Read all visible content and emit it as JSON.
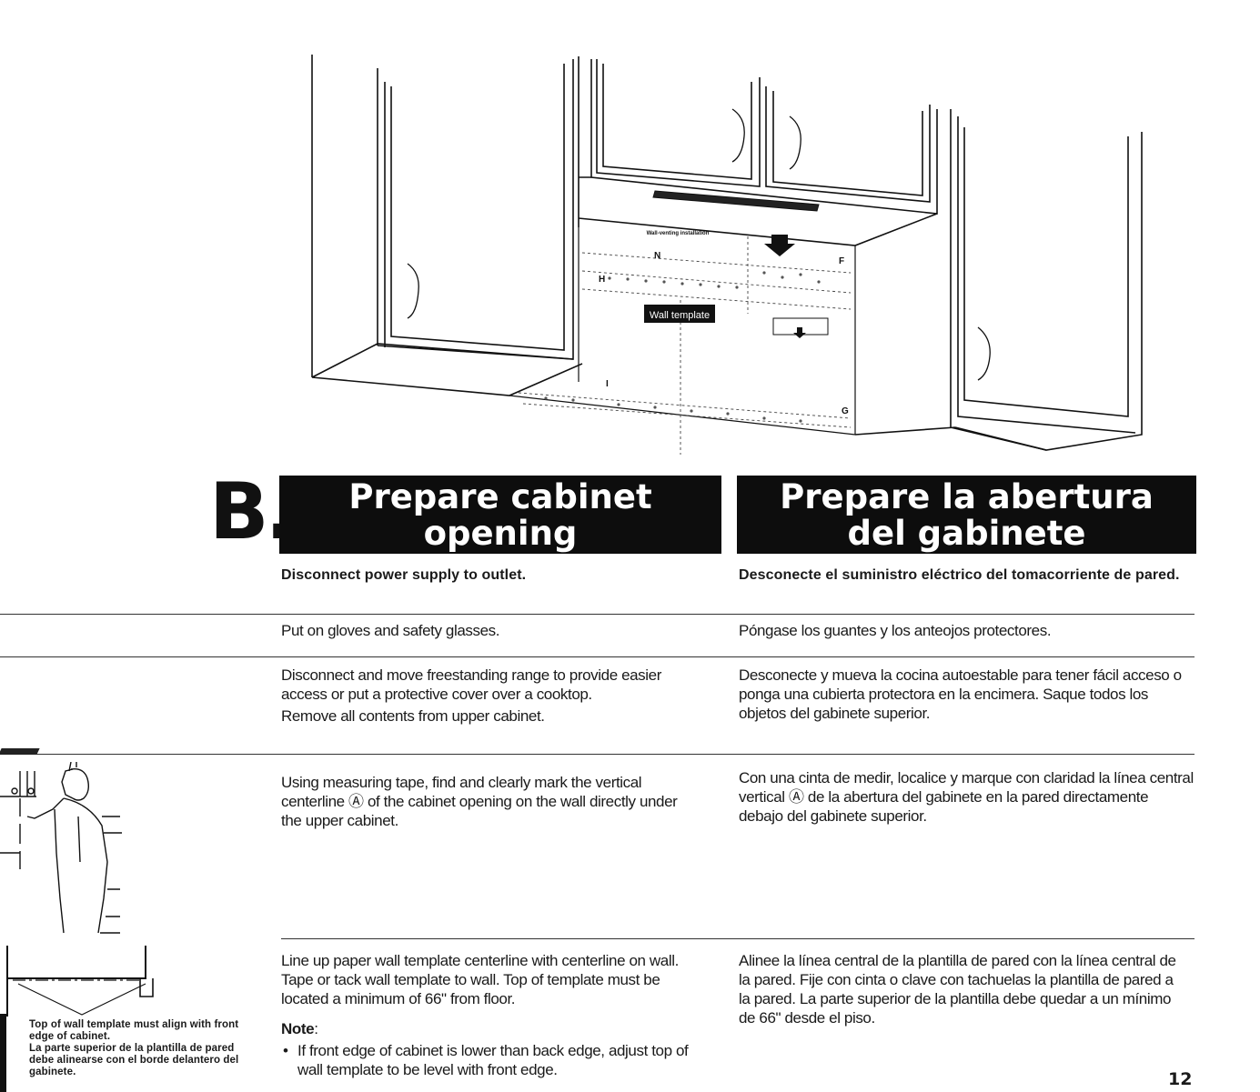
{
  "illustration": {
    "template_label": "Wall template",
    "template_heading": "Wall-venting installation",
    "markers": [
      "N",
      "H",
      "F",
      "I",
      "G"
    ]
  },
  "step": {
    "letter": "B.",
    "title_en_line1": "Prepare cabinet",
    "title_en_line2": "opening",
    "title_es_line1": "Prepare la abertura",
    "title_es_line2": "del gabinete"
  },
  "rows": [
    {
      "en": [
        "Disconnect power supply to outlet."
      ],
      "es": [
        "Desconecte el suministro eléctrico del tomacorriente de pared."
      ]
    },
    {
      "en": [
        "Put on gloves and safety glasses."
      ],
      "es": [
        "Póngase los guantes y los anteojos protectores."
      ]
    },
    {
      "en": [
        "Disconnect and move freestanding range to provide easier access or put a protective cover over a cooktop.",
        "Remove all contents from upper cabinet."
      ],
      "es": [
        "Desconecte y mueva la cocina autoestable para tener fácil acceso o ponga una cubierta protectora en la encimera. Saque todos los objetos del gabinete superior."
      ]
    },
    {
      "en": [
        "Using measuring tape, find and clearly mark the vertical centerline Ⓐ of the cabinet opening on the wall directly under the upper cabinet."
      ],
      "es": [
        "Con una cinta de medir, localice y marque con claridad la línea central vertical Ⓐ de la abertura del gabinete en la pared directamente debajo del gabinete superior."
      ]
    },
    {
      "en": [
        "Line up paper wall template centerline with centerline on wall. Tape or tack wall template to wall. Top of template must be located a minimum of 66\" from floor."
      ],
      "note_label": "Note",
      "note_bullet": "If front edge of cabinet is lower than back edge, adjust top of wall template to be level with front edge.",
      "es": [
        "Alinee la línea central de la plantilla de pared con la línea central de la pared. Fije con cinta o clave con tachuelas la plantilla de pared a la pared. La parte superior de la plantilla debe quedar a un mínimo de 66\" desde el piso."
      ]
    }
  ],
  "figure_caption": {
    "en": "Top of wall template must align with front edge of cabinet.",
    "es": "La parte superior de la plantilla de pared debe alinearse con el borde delantero del gabinete."
  },
  "page_number": "12"
}
